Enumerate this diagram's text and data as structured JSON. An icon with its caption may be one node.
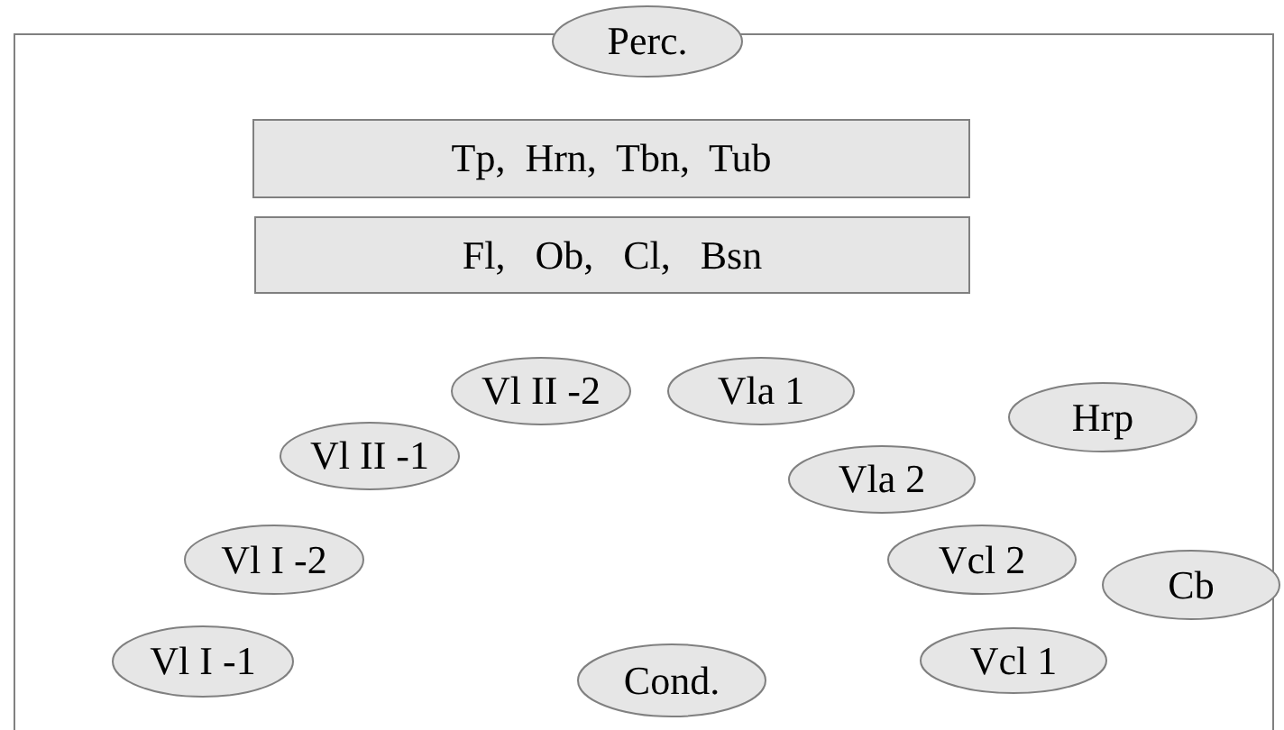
{
  "diagram": {
    "nodes": [
      {
        "text": [
          "Perc."
        ]
      },
      {
        "text": [
          "Tp,  Hrn,  Tbn,  Tub"
        ]
      },
      {
        "text": [
          "Fl,   Ob,   Cl,   Bsn"
        ]
      },
      {
        "text": [
          "Vl II -2"
        ]
      },
      {
        "text": [
          "Vla 1"
        ]
      },
      {
        "text": [
          "Hrp"
        ]
      },
      {
        "text": [
          "Vl II -1"
        ]
      },
      {
        "text": [
          "Vla 2"
        ]
      },
      {
        "text": [
          "Vl I -2"
        ]
      },
      {
        "text": [
          "Vcl 2"
        ]
      },
      {
        "text": [
          "Cb"
        ]
      },
      {
        "text": [
          "Vl I -1"
        ]
      },
      {
        "text": [
          "Cond."
        ]
      },
      {
        "text": [
          "Vcl 1"
        ]
      }
    ],
    "edges": []
  }
}
